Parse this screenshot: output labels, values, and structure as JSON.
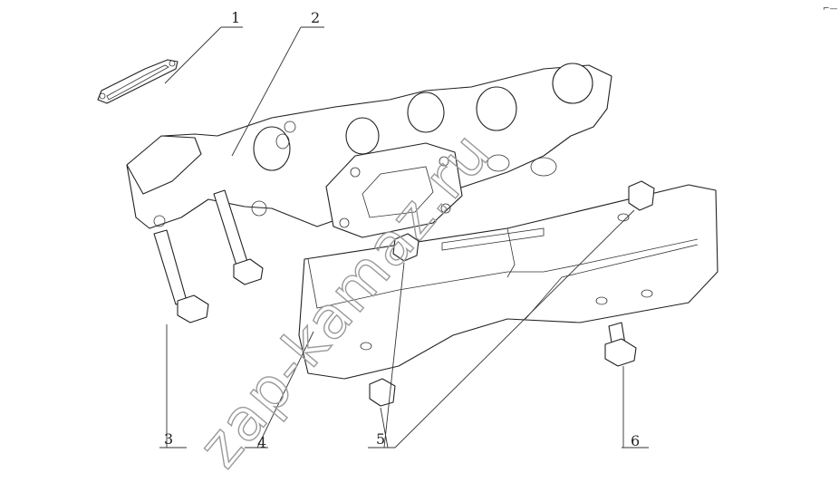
{
  "callouts": [
    {
      "id": "1",
      "label": "1"
    },
    {
      "id": "2",
      "label": "2"
    },
    {
      "id": "3",
      "label": "3"
    },
    {
      "id": "4",
      "label": "4"
    },
    {
      "id": "5",
      "label": "5"
    },
    {
      "id": "6",
      "label": "6"
    }
  ],
  "watermark": "zap-kamaz.ru",
  "corner_mark": "⌐—"
}
